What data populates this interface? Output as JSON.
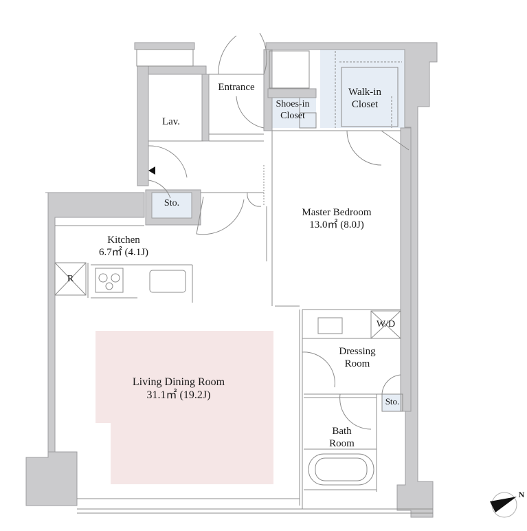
{
  "plan": {
    "colors": {
      "wall": "#cbcbcd",
      "wall_edge": "#9e9ea0",
      "storage": "#e6edf5",
      "living_highlight": "#f5e6e6",
      "line": "#8c8c8c"
    },
    "rooms": {
      "entrance": {
        "name": "Entrance"
      },
      "lavatory": {
        "name": "Lav."
      },
      "shoes_closet": {
        "line1": "Shoes-in",
        "line2": "Closet"
      },
      "walkin_closet": {
        "line1": "Walk-in",
        "line2": "Closet"
      },
      "storage_hall": {
        "name": "Sto."
      },
      "kitchen": {
        "name": "Kitchen",
        "area": "6.7㎡  (4.1J)"
      },
      "refrigerator": {
        "name": "R"
      },
      "master_bedroom": {
        "name": "Master Bedroom",
        "area": "13.0㎡  (8.0J)"
      },
      "living_dining": {
        "name": "Living Dining Room",
        "area": "31.1㎡  (19.2J)"
      },
      "washer_dryer": {
        "name": "W/D"
      },
      "dressing_room": {
        "line1": "Dressing",
        "line2": "Room"
      },
      "storage_dressing": {
        "name": "Sto."
      },
      "bath_room": {
        "line1": "Bath",
        "line2": "Room"
      }
    },
    "compass": {
      "label": "N"
    }
  }
}
